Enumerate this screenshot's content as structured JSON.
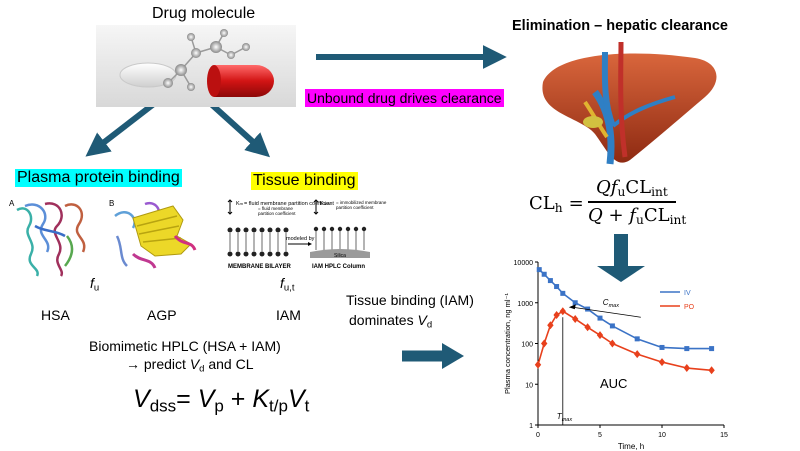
{
  "drug": {
    "title": "Drug molecule"
  },
  "elimination": {
    "title": "Elimination – hepatic clearance"
  },
  "unbound": {
    "label": "Unbound drug drives clearance",
    "highlight": "#ff00ff"
  },
  "plasma_binding": {
    "title": "Plasma protein binding",
    "highlight": "#00ffff",
    "fu_symbol": "f",
    "fu_sub": "u",
    "proteins": [
      "HSA",
      "AGP"
    ]
  },
  "tissue_binding": {
    "title": "Tissue binding",
    "highlight": "#ffff00",
    "fut_symbol": "f",
    "fut_sub": "u,t",
    "iam_label": "IAM",
    "membrane_label": "MEMBRANE BILAYER",
    "column_label": "IAM HPLC Column",
    "modeled_by": "modeled by",
    "silica": "Silica",
    "k_fluid": "K",
    "k_fluid_sub": "m",
    "k_fluid_text": "= fluid membrane partition coefficient",
    "k_iam": "K",
    "k_iam_sub": "IAM",
    "k_iam_text": "= immobilized membrane partition coefficient"
  },
  "protein_panel_labels": {
    "a": "A",
    "b": "B"
  },
  "biomimetic": {
    "line1": "Biomimetic HPLC (HSA + IAM)",
    "line2_prefix": "→ predict ",
    "line2_v": "V",
    "line2_sub": "d",
    "line2_suffix": " and CL"
  },
  "tissue_dominates": {
    "line1": "Tissue binding (IAM)",
    "line2_prefix": "dominates ",
    "line2_v": "V",
    "line2_sub": "d"
  },
  "equations": {
    "vdss": {
      "lhs": "V",
      "lhs_sub": "dss",
      "eq": "= ",
      "t1": "V",
      "t1_sub": "p",
      "plus": " + ",
      "t2": "K",
      "t2_sub": "t/p",
      "t3": "V",
      "t3_sub": "t"
    },
    "clh": {
      "lhs": "CL",
      "lhs_sub": "h",
      "eq": "=",
      "num_q": "Q",
      "num_f": "f",
      "num_f_sub": "u",
      "num_cl": "CL",
      "num_cl_sub": "int",
      "den_q": "Q",
      "den_plus": " + ",
      "den_f": "f",
      "den_f_sub": "u",
      "den_cl": "CL",
      "den_cl_sub": "int"
    }
  },
  "chart_data": {
    "type": "line",
    "xlabel": "Time, h",
    "ylabel": "Plasma concentration, ng ml⁻¹",
    "x_ticks": [
      0,
      5,
      10,
      15
    ],
    "xlim": [
      0,
      15
    ],
    "y_ticks": [
      "1",
      "10",
      "100",
      "1000",
      "10000"
    ],
    "ylim": [
      1,
      10000
    ],
    "scale_y": "log",
    "series": [
      {
        "name": "IV",
        "color": "#3b73c6",
        "marker": "square",
        "x": [
          0.1,
          0.5,
          1,
          1.5,
          2,
          3,
          4,
          5,
          6,
          8,
          10,
          12,
          14
        ],
        "y": [
          6500,
          5000,
          3500,
          2500,
          1700,
          1000,
          700,
          420,
          270,
          130,
          80,
          75,
          75
        ]
      },
      {
        "name": "PO",
        "color": "#e8401c",
        "marker": "diamond",
        "x": [
          0,
          0.5,
          1,
          1.5,
          2,
          3,
          4,
          5,
          6,
          8,
          10,
          12,
          14
        ],
        "y": [
          30,
          100,
          280,
          500,
          620,
          400,
          250,
          160,
          100,
          55,
          35,
          25,
          22
        ]
      }
    ],
    "annotations": {
      "cmax": "C",
      "cmax_sub": "max",
      "tmax": "T",
      "tmax_sub": "max",
      "auc": "AUC"
    }
  }
}
